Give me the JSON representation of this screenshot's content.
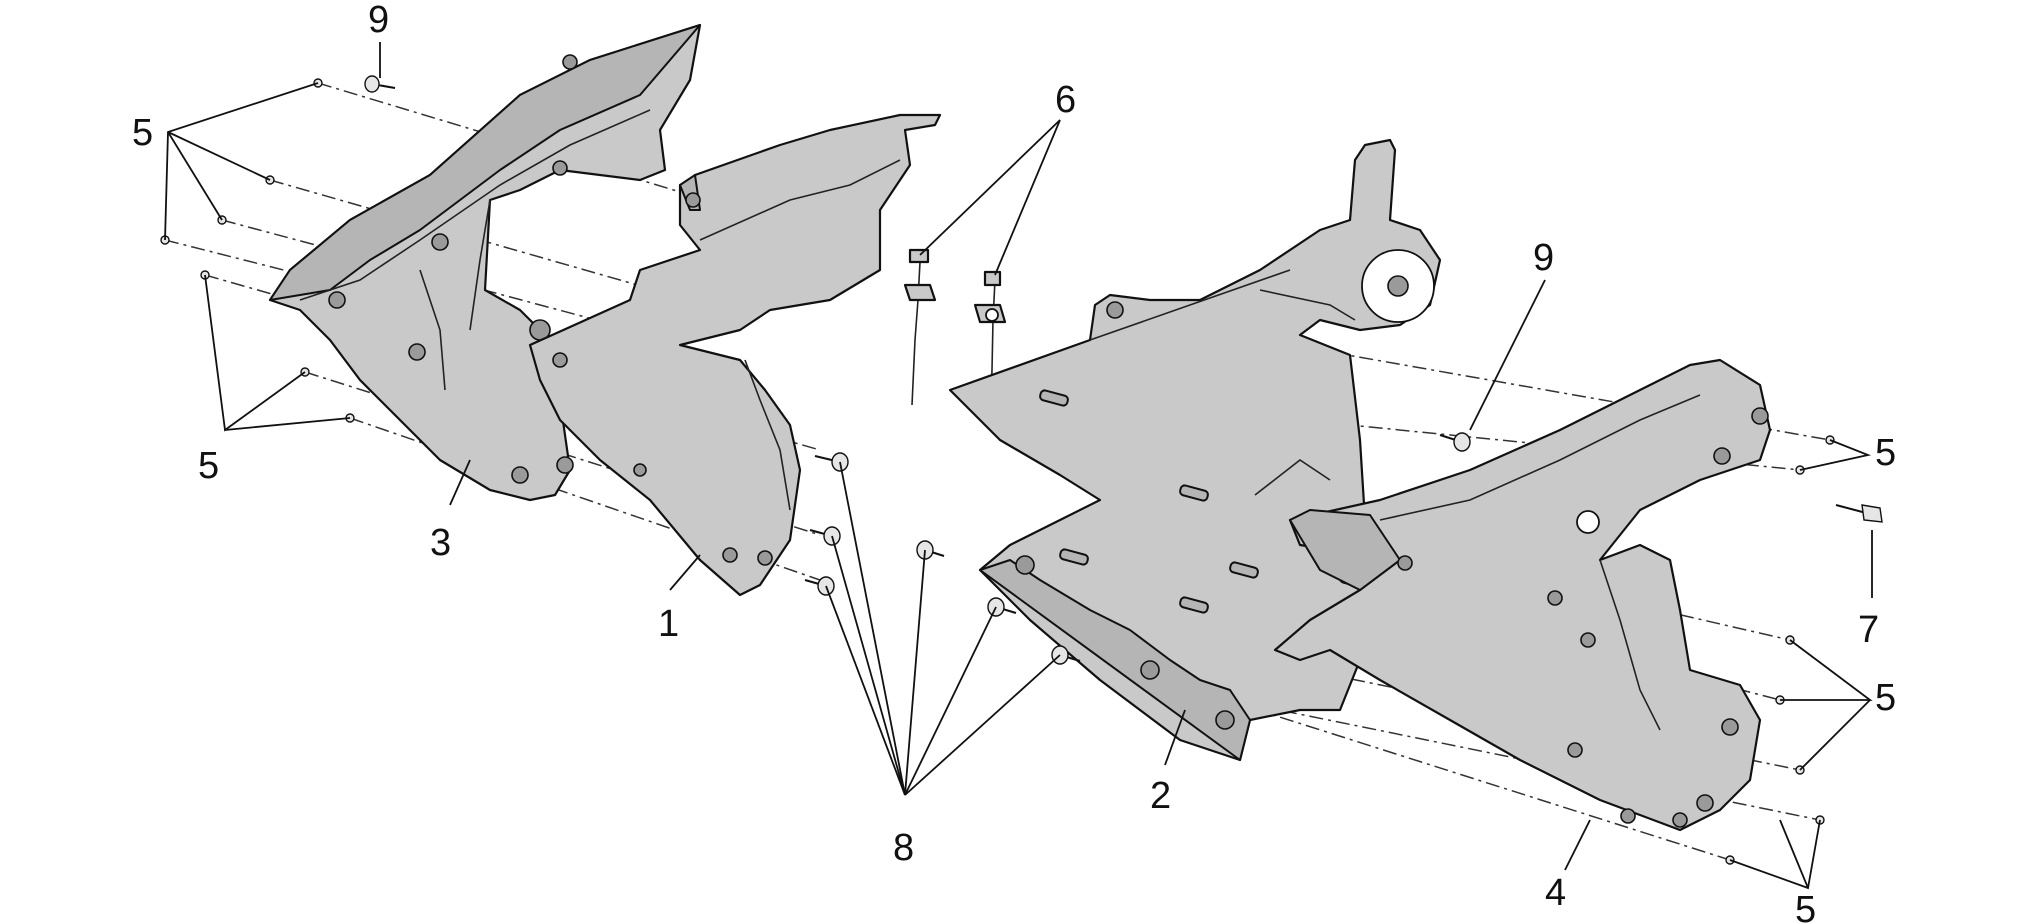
{
  "callouts": {
    "c1": "1",
    "c2": "2",
    "c3": "3",
    "c4": "4",
    "c5_top_left": "5",
    "c5_mid_left": "5",
    "c5_right_upper": "5",
    "c5_right_mid": "5",
    "c5_bottom_right": "5",
    "c6": "6",
    "c7": "7",
    "c8": "8",
    "c9_left": "9",
    "c9_right": "9"
  },
  "colors": {
    "panel_fill": "#c9c9c9",
    "outline": "#111111",
    "background": "#ffffff"
  }
}
